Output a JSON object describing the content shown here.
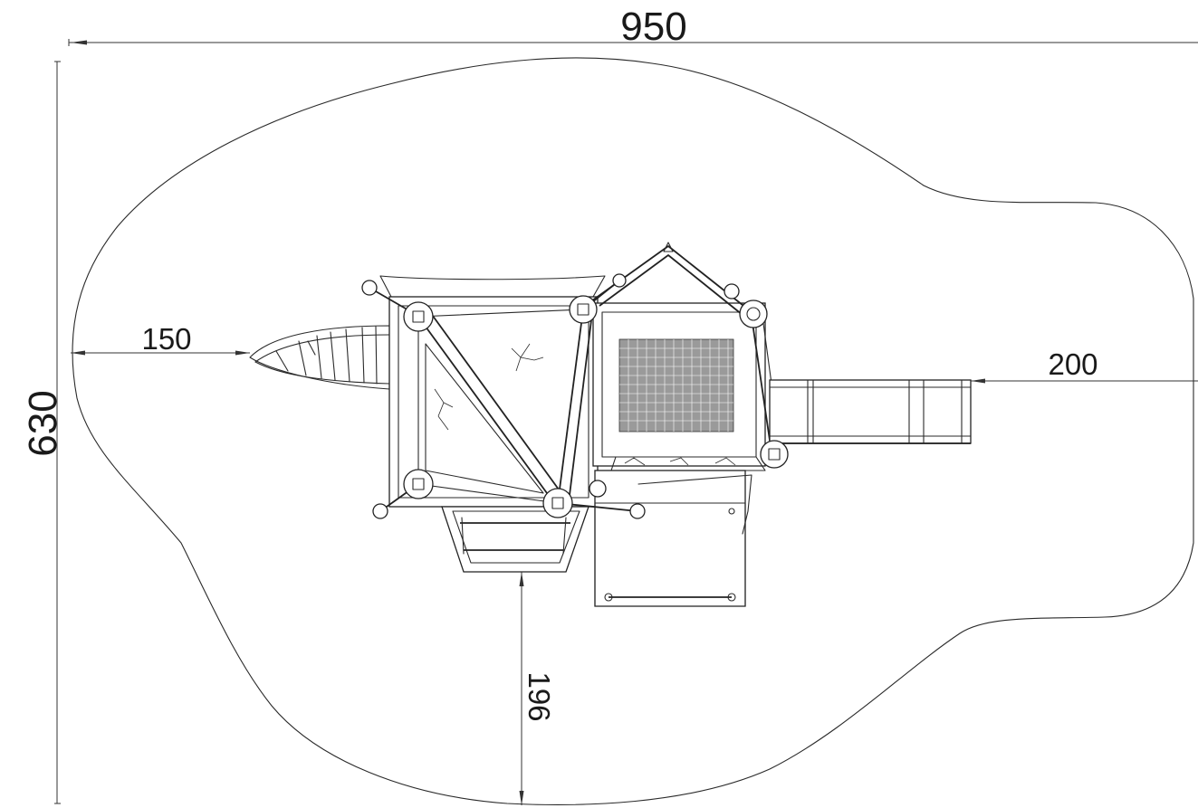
{
  "dimensions": {
    "overall_width": "950",
    "overall_depth": "630",
    "left_clearance": "150",
    "right_clearance": "200",
    "bottom_clearance": "196"
  },
  "colors": {
    "line": "#2a2a2a",
    "background": "#ffffff",
    "grid_fill": "#9a9a9a"
  }
}
